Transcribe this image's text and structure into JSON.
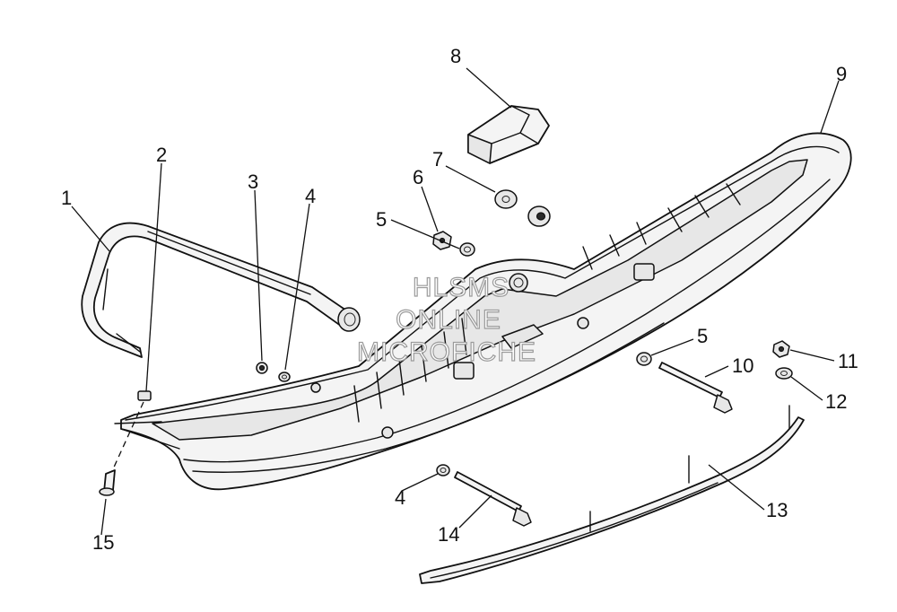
{
  "watermark": {
    "line1": "HLSMS",
    "line2": "ONLINE",
    "line3": "MICROFICHE"
  },
  "callouts": [
    "1",
    "2",
    "3",
    "4",
    "5",
    "6",
    "7",
    "8",
    "9",
    "10",
    "11",
    "12",
    "13",
    "14",
    "15",
    "4",
    "5"
  ],
  "colors": {
    "ink": "#111111",
    "watermark_outline": "#9a9a9a",
    "background": "#ffffff"
  }
}
